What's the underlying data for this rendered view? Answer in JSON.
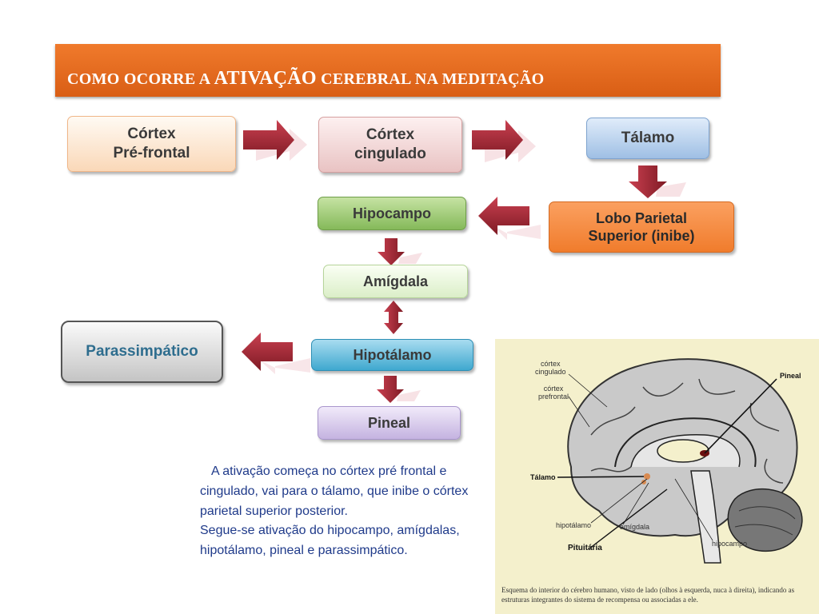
{
  "title": {
    "part1": "COMO OCORRE A ",
    "part2": "ATIVAÇÃO",
    "part3": " CEREBRAL NA MEDITAÇÃO"
  },
  "boxes": {
    "cortex_prefrontal": "Córtex\nPré-frontal",
    "cortex_cingulado": "Córtex\ncingulado",
    "talamo": "Tálamo",
    "hipocampo": "Hipocampo",
    "lobo_parietal": "Lobo Parietal\nSuperior (inibe)",
    "amigdala": "Amígdala",
    "hipotalamo": "Hipotálamo",
    "parassimpatico": "Parassimpático",
    "pineal": "Pineal"
  },
  "description": {
    "line1": "A ativação começa no córtex pré frontal e cingulado, vai para o tálamo, que inibe o córtex parietal superior posterior.",
    "line2": "Segue-se ativação do hipocampo, amígdalas, hipotálamo, pineal e parassimpático."
  },
  "figure": {
    "labels": {
      "cortex_cingulado": "córtex\ncingulado",
      "cortex_prefrontal": "córtex\nprefrontal",
      "pineal": "Pineal",
      "talamo": "Tálamo",
      "hipotalamo": "hipotálamo",
      "amigdala": "amígdala",
      "hipocampo": "hipocampo",
      "pituitaria": "Pituitária"
    },
    "caption": "Esquema do interior do cérebro humano, visto de lado (olhos à esquerda, nuca à direita), indicando as estruturas integrantes do sistema de recompensa ou associadas a ele."
  },
  "colors": {
    "title_bg": "#e8691f",
    "arrow": "#9b2430",
    "text_blue": "#1f3a8a"
  }
}
